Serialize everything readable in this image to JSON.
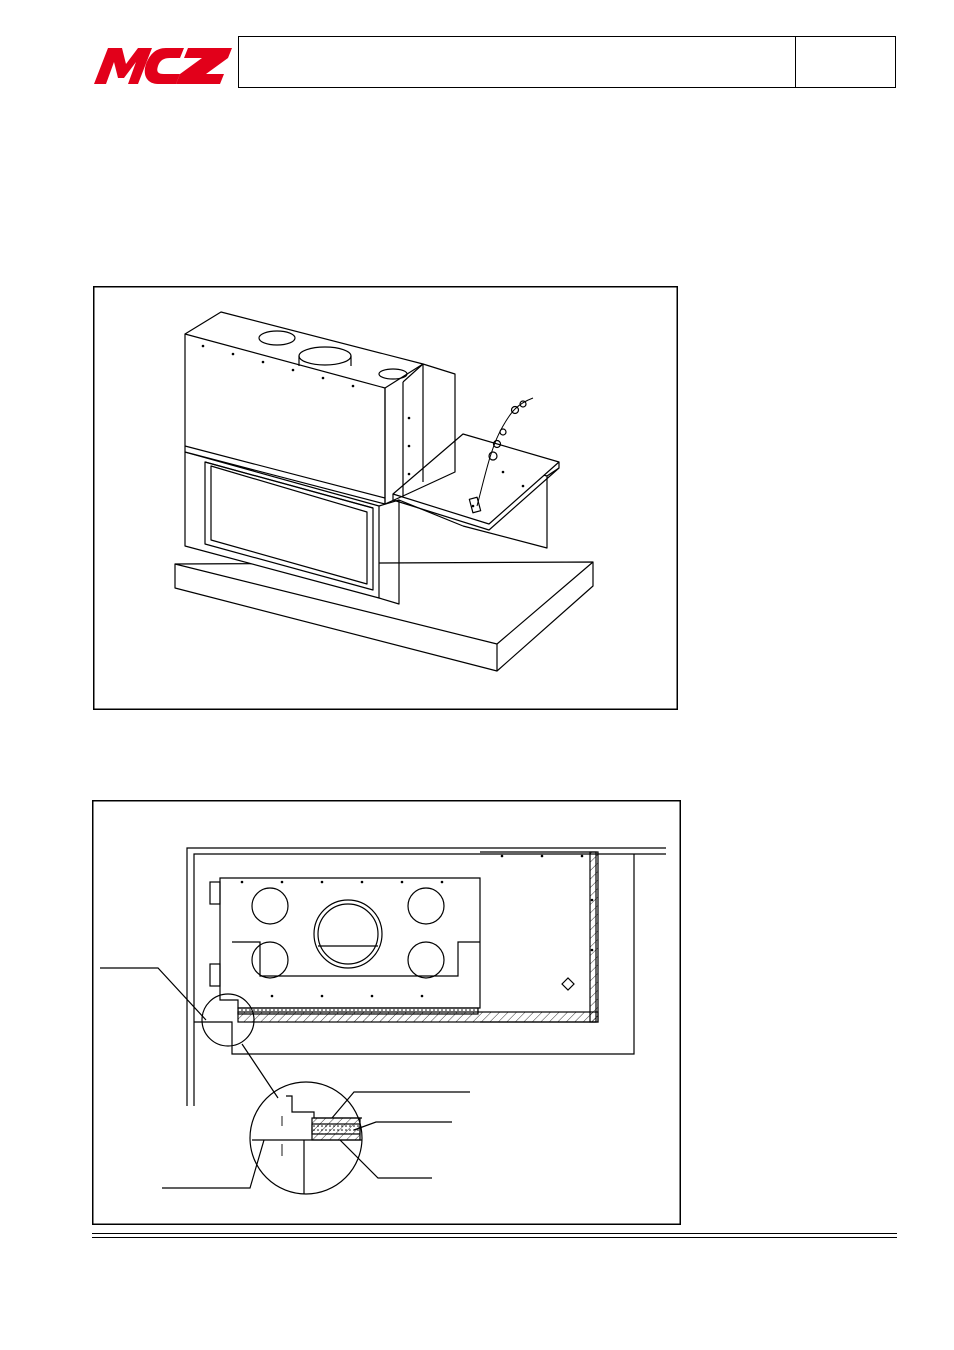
{
  "header": {
    "logo_text": "MCZ",
    "brand_color": "#e2001a",
    "title": "",
    "page_number": ""
  },
  "figures": [
    {
      "name": "isometric-fireplace-view",
      "caption": ""
    },
    {
      "name": "plan-view-with-detail",
      "caption": ""
    }
  ]
}
